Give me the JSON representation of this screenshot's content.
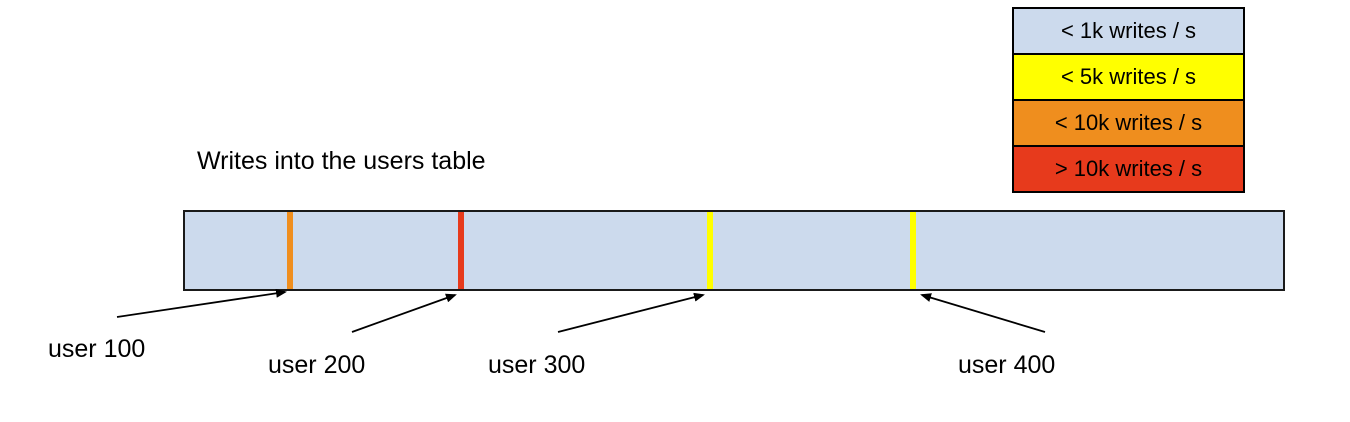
{
  "title": "Writes into the users table",
  "legend": {
    "items": [
      {
        "label": "< 1k writes / s",
        "color": "#ccdaed"
      },
      {
        "label": "< 5k writes / s",
        "color": "#ffff00"
      },
      {
        "label": "< 10k writes / s",
        "color": "#ef8e1e"
      },
      {
        "label": "> 10k writes / s",
        "color": "#e73a1c"
      }
    ]
  },
  "bar": {
    "fill": "#ccdaed",
    "border_color": "#000000",
    "markers": [
      {
        "user": "user 100",
        "write_rate": "< 10k writes / s",
        "color": "#ef8e1e",
        "x_frac": 0.096
      },
      {
        "user": "user 200",
        "write_rate": "> 10k writes / s",
        "color": "#e73a1c",
        "x_frac": 0.251
      },
      {
        "user": "user 300",
        "write_rate": "< 5k writes / s",
        "color": "#ffff00",
        "x_frac": 0.478
      },
      {
        "user": "user 400",
        "write_rate": "< 5k writes / s",
        "color": "#ffff00",
        "x_frac": 0.663
      }
    ]
  }
}
